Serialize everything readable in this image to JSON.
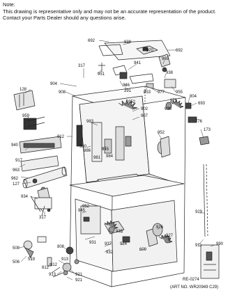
{
  "note": {
    "heading": "Note:",
    "line1": "This drawing is representative only and may not be an accurate representation of the product.",
    "line2": "Contact your Parts Dealer should any questions arise."
  },
  "callouts": [
    "692",
    "938",
    "970",
    "692",
    "969",
    "317",
    "941",
    "938",
    "951",
    "946",
    "904",
    "955",
    "291",
    "953",
    "977",
    "128",
    "908",
    "804",
    "952",
    "975",
    "693",
    "902",
    "926",
    "959",
    "907",
    "776",
    "173",
    "983",
    "912",
    "952",
    "980",
    "986",
    "981",
    "945",
    "984",
    "940",
    "917",
    "963",
    "962",
    "127",
    "934",
    "929",
    "317",
    "945",
    "952",
    "933",
    "926",
    "927",
    "931",
    "911",
    "937",
    "924",
    "990",
    "508",
    "808",
    "932",
    "506",
    "519",
    "812",
    "913",
    "609",
    "921",
    "913",
    "812",
    "921"
  ],
  "footer": {
    "ref": "RE-0274",
    "art_no": "(ART NO. WR20949 C29)"
  }
}
